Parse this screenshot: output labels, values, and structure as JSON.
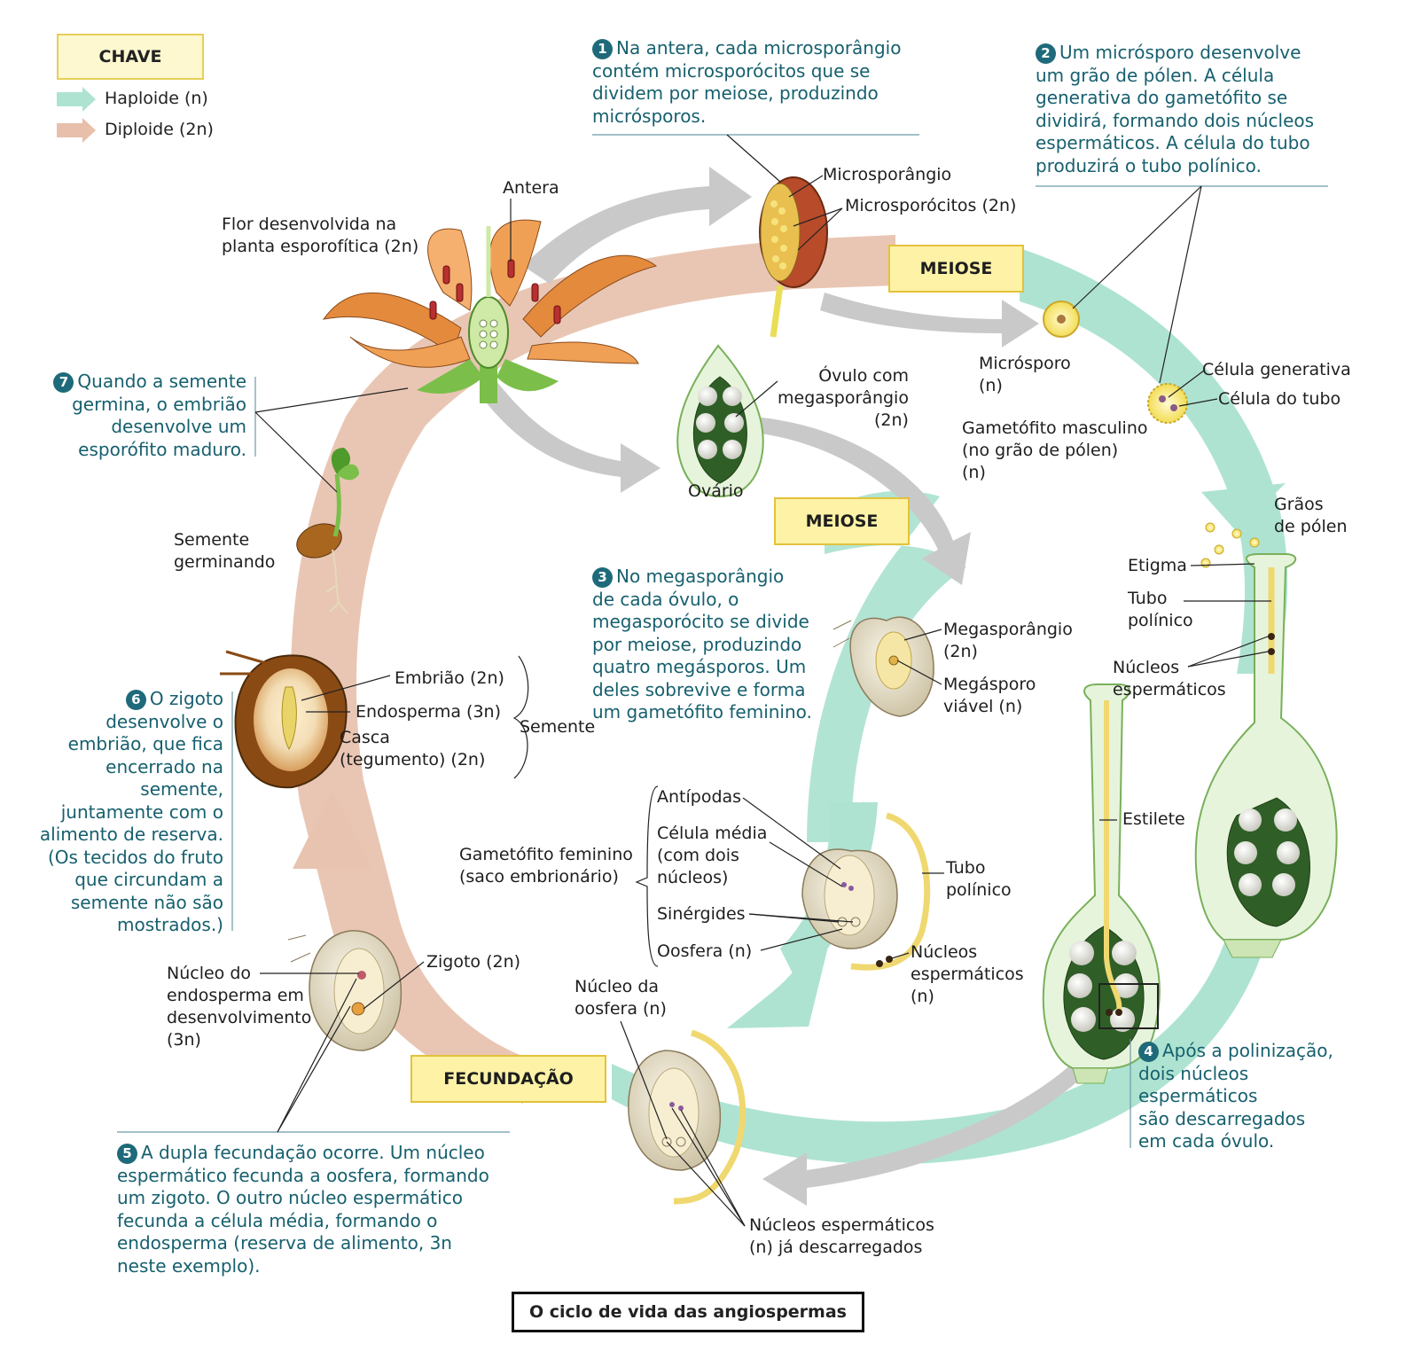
{
  "title": "O ciclo de vida das angiospermas",
  "key": {
    "heading": "CHAVE",
    "haploid": "Haploide (n)",
    "diploid": "Diploide (2n)",
    "colors": {
      "haploid": "#aee3d2",
      "diploid": "#e8bfaa"
    }
  },
  "phases": {
    "meiose_top": "MEIOSE",
    "meiose_mid": "MEIOSE",
    "fecundacao": "FECUNDAÇÃO"
  },
  "steps": {
    "s1": {
      "num": "1",
      "lines": [
        "Na antera, cada microsporângio",
        "contém microsporócitos  que se",
        "dividem por meiose, produzindo",
        "micrósporos."
      ]
    },
    "s2": {
      "num": "2",
      "lines": [
        "Um micrósporo desenvolve",
        "um grão de pólen. A célula",
        "generativa do gametófito se",
        "dividirá, formando dois núcleos",
        "espermáticos. A célula do tubo",
        "produzirá o tubo polínico."
      ]
    },
    "s3": {
      "num": "3",
      "lines": [
        "No megasporângio",
        "de cada óvulo, o",
        "megasporócito se divide",
        "por meiose, produzindo",
        "quatro megásporos. Um",
        "deles sobrevive e forma",
        "um gametófito feminino."
      ]
    },
    "s4": {
      "num": "4",
      "lines": [
        "Após a polinização,",
        "dois núcleos",
        "espermáticos",
        "são descarregados",
        "em cada óvulo."
      ]
    },
    "s5": {
      "num": "5",
      "lines": [
        "A dupla fecundação ocorre. Um núcleo",
        "espermático fecunda a oosfera, formando",
        "um zigoto. O outro núcleo espermático",
        "fecunda a célula média, formando o",
        "endosperma (reserva de alimento, 3n",
        "neste exemplo)."
      ]
    },
    "s6": {
      "num": "6",
      "lines": [
        "O zigoto",
        "desenvolve o",
        "embrião, que fica",
        "encerrado na",
        "semente,",
        "juntamente com o",
        "alimento de reserva.",
        "(Os tecidos do fruto",
        "que circundam a",
        "semente não são",
        "mostrados.)"
      ]
    },
    "s7": {
      "num": "7",
      "lines": [
        "Quando a semente",
        "germina, o embrião",
        "desenvolve um",
        "esporófito maduro."
      ]
    }
  },
  "labels": {
    "antera": "Antera",
    "flor": [
      "Flor desenvolvida na",
      "planta esporofítica (2n)"
    ],
    "microsporangio": "Microsporângio",
    "microsporocitos": "Microsporócitos (2n)",
    "microsporo": [
      "Micrósporo",
      "(n)"
    ],
    "celula_generativa": "Célula generativa",
    "celula_tubo": "Célula do tubo",
    "gametofito_masc": [
      "Gametófito masculino",
      "(no grão de pólen)",
      "(n)"
    ],
    "graos_polen": [
      "Grãos",
      "de pólen"
    ],
    "ovulo": [
      "Óvulo com",
      "megasporângio",
      "(2n)"
    ],
    "ovario": "Ovário",
    "etigma": "Etigma",
    "tubo_polinico_r": [
      "Tubo",
      "polínico"
    ],
    "nucleos_esp_r": [
      "Núcleos",
      "espermáticos"
    ],
    "megasporangio": [
      "Megasporângio",
      "(2n)"
    ],
    "megasporo": [
      "Megásporo",
      "viável (n)"
    ],
    "estilete": "Estilete",
    "antipodas": "Antípodas",
    "celula_media": [
      "Célula média",
      "(com dois",
      "núcleos)"
    ],
    "gametofito_fem": [
      "Gametófito feminino",
      "(saco embrionário)"
    ],
    "sinergides": "Sinérgides",
    "oosfera": "Oosfera (n)",
    "tubo_polinico_c": [
      "Tubo",
      "polínico"
    ],
    "nucleos_esp_c": [
      "Núcleos",
      "espermáticos",
      "(n)"
    ],
    "semente_germ": [
      "Semente",
      "germinando"
    ],
    "embriao": "Embrião (2n)",
    "endosperma": "Endosperma (3n)",
    "casca": [
      "Casca",
      "(tegumento) (2n)"
    ],
    "semente": "Semente",
    "nucleo_endosperma": [
      "Núcleo do",
      "endosperma em",
      "desenvolvimento",
      "(3n)"
    ],
    "zigoto": "Zigoto (2n)",
    "nucleo_oosfera": [
      "Núcleo da",
      "oosfera (n)"
    ],
    "nucleos_descarregados": [
      "Núcleos espermáticos",
      "(n) já descarregados"
    ]
  }
}
